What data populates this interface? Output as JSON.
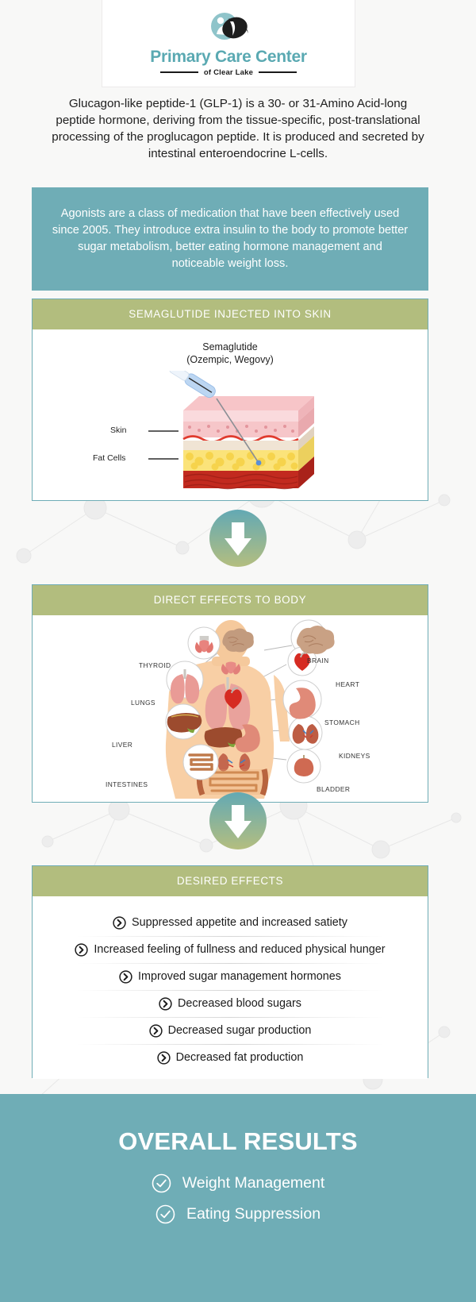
{
  "logo": {
    "icon": "primary-care-center-logo-mark",
    "title": "Primary Care Center",
    "subtitle": "of Clear Lake",
    "brand_color": "#5aa9b2"
  },
  "intro": {
    "text": "Glucagon-like peptide-1 (GLP-1) is a 30- or 31-Amino Acid-long peptide hormone, deriving from the tissue-specific, post-translational processing of the proglucagon peptide. It is produced and secreted by intestinal enteroendocrine L-cells."
  },
  "agonists_box": {
    "text": "Agonists are a class of medication that have been effectively used since 2005. They introduce extra insulin to the body to promote better sugar metabolism, better eating hormone management and noticeable weight loss.",
    "background": "#6fadb6"
  },
  "sections": {
    "skin": {
      "header": "SEMAGLUTIDE INJECTED INTO SKIN",
      "drug_name": "Semaglutide",
      "drug_brands": "(Ozempic, Wegovy)",
      "labels": {
        "skin": "Skin",
        "fat_cells": "Fat Cells"
      }
    },
    "body": {
      "header": "DIRECT EFFECTS TO BODY",
      "organs_left": [
        "THYROID",
        "LUNGS",
        "LIVER",
        "INTESTINES"
      ],
      "organs_right": [
        "BRAIN",
        "HEART",
        "STOMACH",
        "KIDNEYS",
        "BLADDER"
      ]
    },
    "desired": {
      "header": "DESIRED EFFECTS",
      "items": [
        "Suppressed appetite and increased satiety",
        "Increased feeling of fullness and reduced physical hunger",
        "Improved sugar management hormones",
        "Decreased blood sugars",
        "Decreased sugar production",
        "Decreased fat production"
      ],
      "bullet_icon": "chevron-right-circle-icon"
    }
  },
  "footer": {
    "title": "OVERALL RESULTS",
    "results": [
      "Weight Management",
      "Eating Suppression"
    ],
    "check_icon": "check-circle-icon",
    "background": "#6fadb6"
  },
  "theme": {
    "teal": "#6fadb6",
    "olive": "#b2bd7e",
    "card_border": "#6fadb6",
    "page_background": "#f8f8f7"
  }
}
